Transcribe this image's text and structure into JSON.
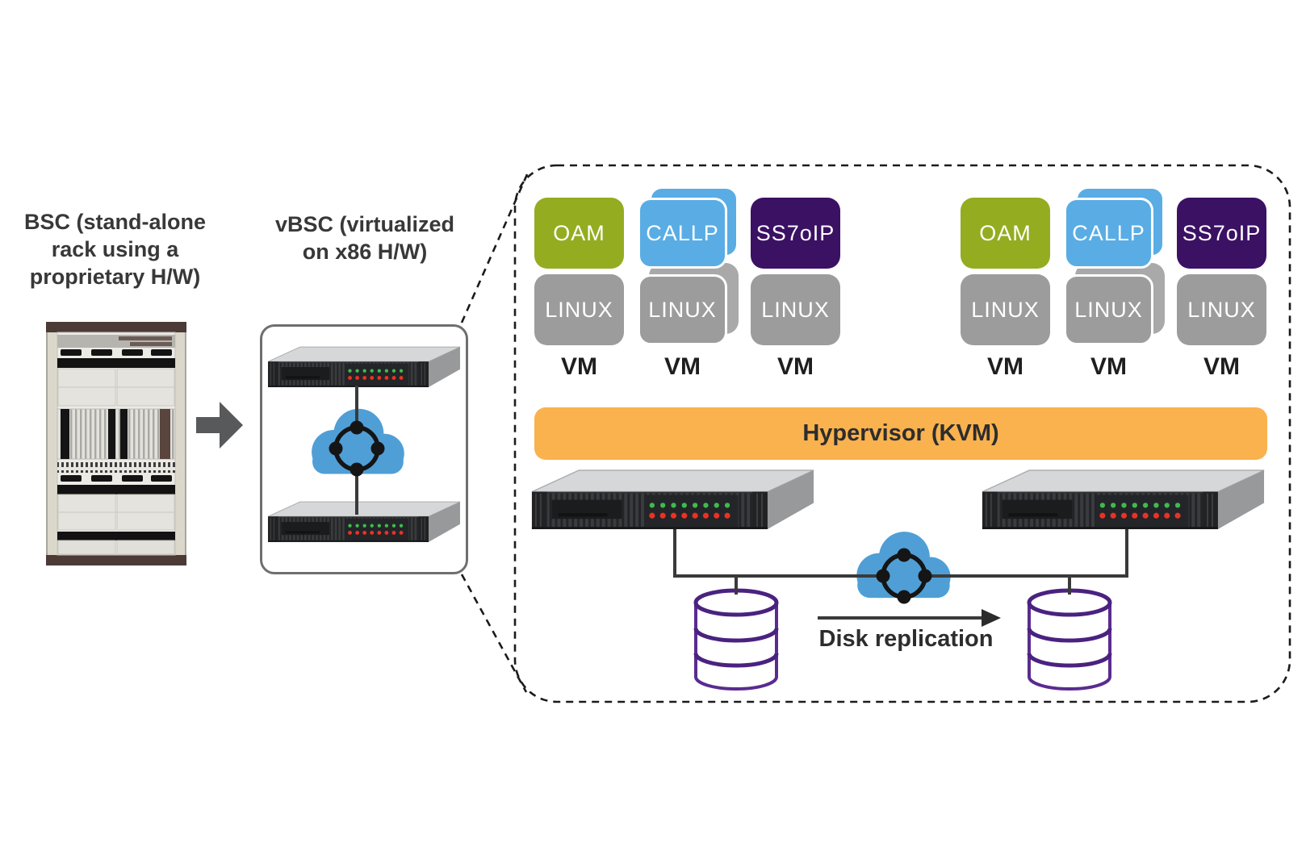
{
  "colors": {
    "oam": "#94AC20",
    "callp": "#59ADE4",
    "ss7oip": "#3B1164",
    "linux": "#9C9C9C",
    "linuxback": "#A9A9A9",
    "hypervisor": "#F9B24E",
    "cloud": "#4F9FD6",
    "database": "#5A2B8F",
    "connector_line": "#3A3A3A",
    "text": "#383838",
    "transition_arrow": "#58595B"
  },
  "left_panel": {
    "title_lines": [
      "BSC (stand-alone",
      "rack using a",
      "proprietary H/W)"
    ]
  },
  "middle_panel": {
    "title_lines": [
      "vBSC (virtualized",
      "on x86 H/W)"
    ]
  },
  "virtualized_box": {
    "hypervisor_label": "Hypervisor (KVM)",
    "disk_replication_label": "Disk replication",
    "vm_label": "VM",
    "groups": [
      {
        "columns": [
          {
            "app": "OAM",
            "os": "LINUX",
            "stacked": false
          },
          {
            "app": "CALLP",
            "os": "LINUX",
            "stacked": true
          },
          {
            "app": "SS7oIP",
            "os": "LINUX",
            "stacked": false
          }
        ]
      },
      {
        "columns": [
          {
            "app": "OAM",
            "os": "LINUX",
            "stacked": false
          },
          {
            "app": "CALLP",
            "os": "LINUX",
            "stacked": true
          },
          {
            "app": "SS7oIP",
            "os": "LINUX",
            "stacked": false
          }
        ]
      }
    ]
  },
  "icons": {
    "rack": "proprietary-hardware-rack",
    "arrow": "right-block-arrow",
    "server": "x86-rack-server",
    "cloud": "network-cloud",
    "network_glyph": "node-ring-network",
    "cylinder": "database-disk"
  }
}
